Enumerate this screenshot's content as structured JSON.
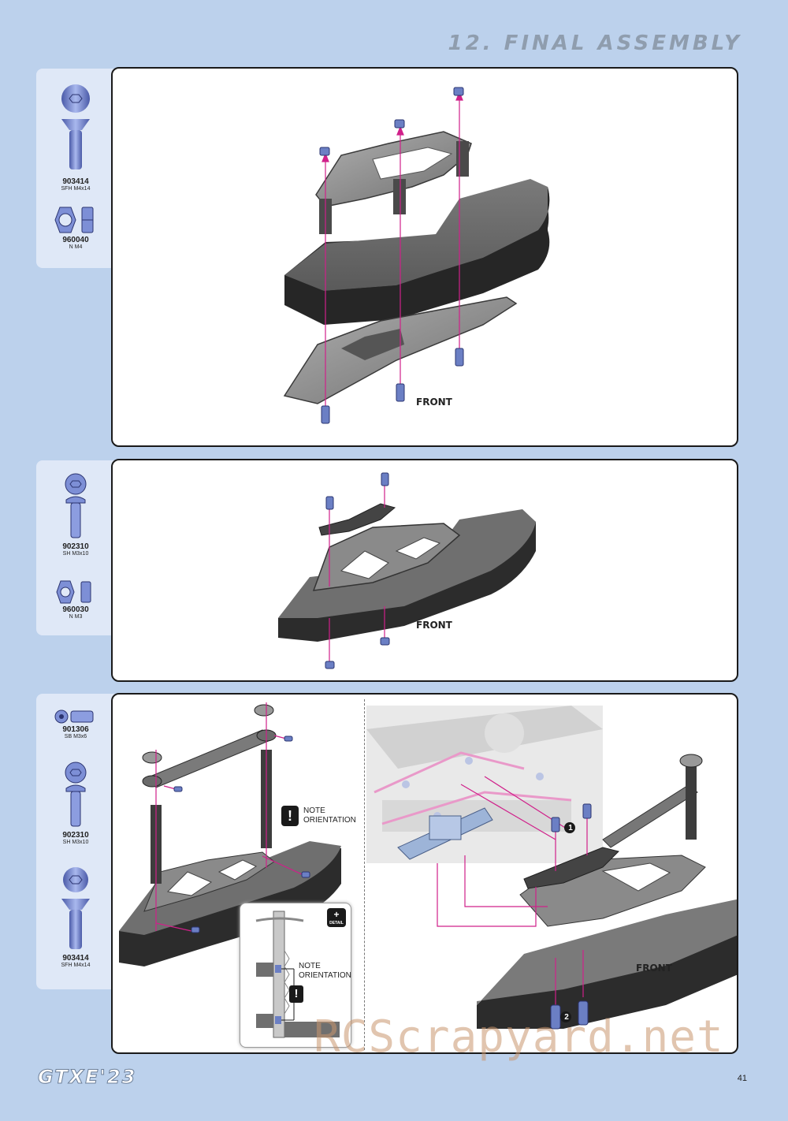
{
  "page": {
    "section_title": "12. FINAL ASSEMBLY",
    "brand": "GTXE'23",
    "page_number": "41",
    "watermark": "RCScrapyard.net"
  },
  "steps": [
    {
      "parts": [
        {
          "code": "903414",
          "desc": "SFH M4x14",
          "icon": "flat-head-screw-icon"
        },
        {
          "code": "960040",
          "desc": "N M4",
          "icon": "nut-icon"
        }
      ],
      "labels": {
        "front": "FRONT"
      }
    },
    {
      "parts": [
        {
          "code": "902310",
          "desc": "SH M3x10",
          "icon": "button-head-screw-icon"
        },
        {
          "code": "960030",
          "desc": "N M3",
          "icon": "nut-icon"
        }
      ],
      "labels": {
        "front": "FRONT"
      }
    },
    {
      "parts": [
        {
          "code": "901306",
          "desc": "SB M3x6",
          "icon": "set-screw-icon"
        },
        {
          "code": "902310",
          "desc": "SH M3x10",
          "icon": "button-head-screw-icon"
        },
        {
          "code": "903414",
          "desc": "SFH M4x14",
          "icon": "flat-head-screw-icon"
        }
      ],
      "labels": {
        "note_orientation": "NOTE ORIENTATION",
        "detail_note_orientation": "NOTE ORIENTATION",
        "detail_badge": "DETAIL",
        "front": "FRONT",
        "callout_1": "1",
        "callout_2": "2"
      }
    }
  ],
  "colors": {
    "page_background": "#bcd1ec",
    "tab_background": "#dfe8f7",
    "hardware_blue": "#6b7fc4",
    "guide_magenta": "#d0208a",
    "foam": "#3a3a3a"
  }
}
